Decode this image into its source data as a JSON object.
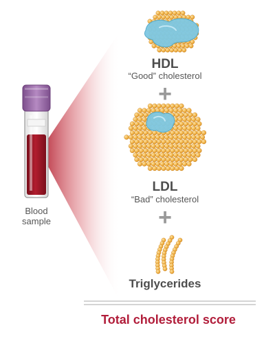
{
  "blood_label_line1": "Blood",
  "blood_label_line2": "sample",
  "components": [
    {
      "name": "HDL",
      "description": "“Good” cholesterol"
    },
    {
      "name": "LDL",
      "description": "“Bad” cholesterol"
    },
    {
      "name": "Triglycerides"
    }
  ],
  "operator": "+",
  "result": "Total cholesterol score",
  "colors": {
    "blood": "#b11d2e",
    "cap": "#9b6ea8",
    "lipid_shell": "#f1b54c",
    "protein": "#7ec8e3",
    "result_text": "#b11d3a"
  }
}
